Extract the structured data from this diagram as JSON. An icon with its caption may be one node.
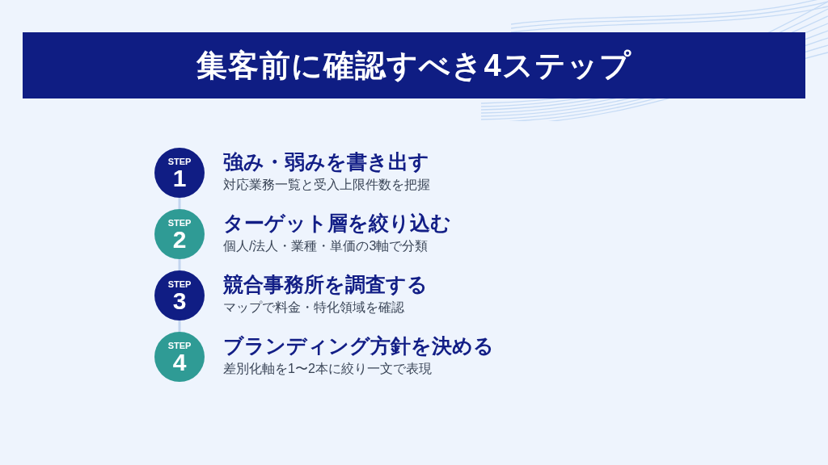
{
  "diagram": {
    "title": "集客前に確認すべき4ステップ",
    "nodes": [
      {
        "text": [
          "STEP",
          "1"
        ],
        "beside": [
          "強み・弱みを書き出す",
          "対応業務一覧と受入上限件数を把握"
        ]
      },
      {
        "text": [
          "STEP",
          "2"
        ],
        "beside": [
          "ターゲット層を絞り込む",
          "個人/法人・業種・単価の3軸で分類"
        ]
      },
      {
        "text": [
          "STEP",
          "3"
        ],
        "beside": [
          "競合事務所を調査する",
          "マップで料金・特化領域を確認"
        ]
      },
      {
        "text": [
          "STEP",
          "4"
        ],
        "beside": [
          "ブランディング方針を決める",
          "差別化軸を1〜2本に絞り一文で表現"
        ]
      }
    ],
    "edges": [
      {
        "from": 0,
        "to": 1,
        "arrow": "none"
      },
      {
        "from": 1,
        "to": 2,
        "arrow": "none"
      },
      {
        "from": 2,
        "to": 3,
        "arrow": "none"
      }
    ]
  }
}
